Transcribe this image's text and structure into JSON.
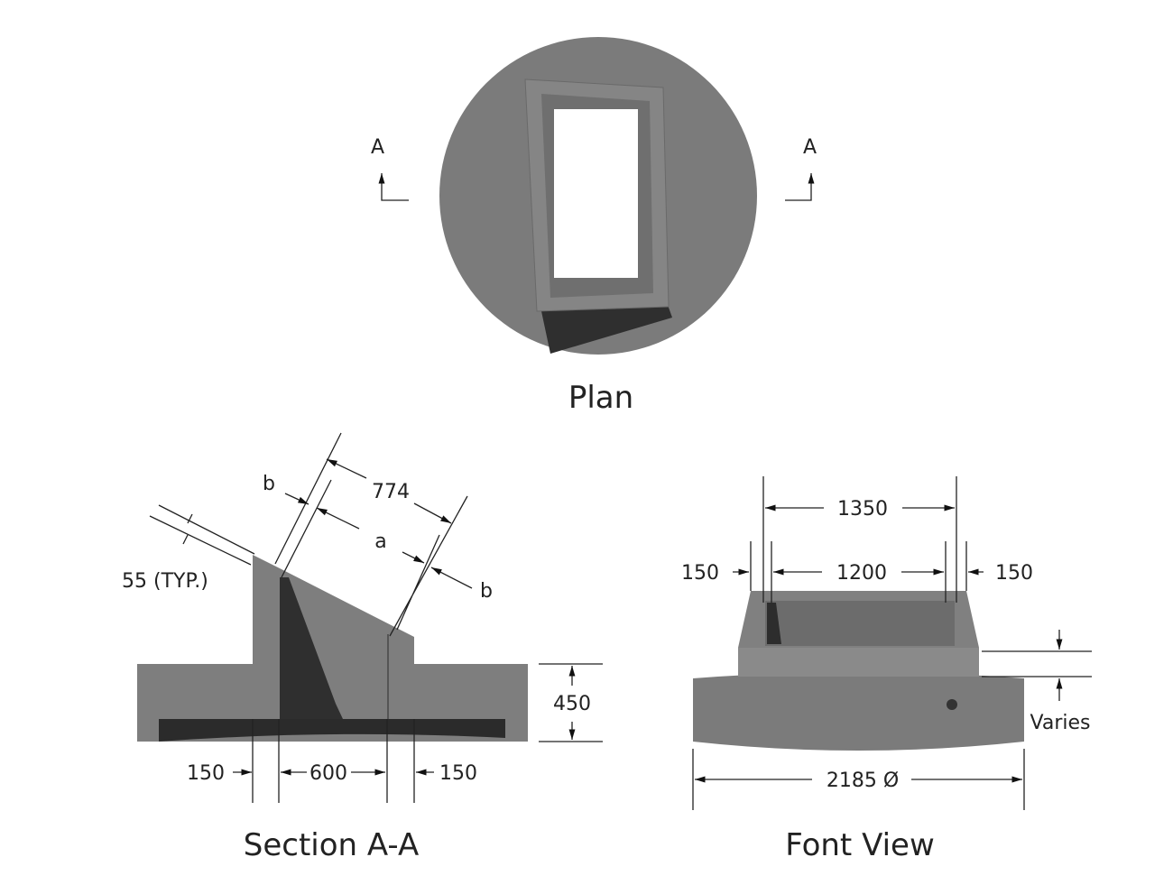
{
  "plan": {
    "title": "Plan",
    "section_marker_left": "A",
    "section_marker_right": "A"
  },
  "section": {
    "title": "Section A-A",
    "dims": {
      "overall_slope": "774",
      "opening_slope": "a",
      "lip_top": "b",
      "lip_right": "b",
      "thickness": "55 (TYP.)",
      "height": "450",
      "wall_left": "150",
      "opening": "600",
      "wall_right": "150"
    }
  },
  "front": {
    "title": "Font View",
    "dims": {
      "outer_width": "1350",
      "inner_width": "1200",
      "wall_left": "150",
      "wall_right": "150",
      "height": "Varies",
      "diameter": "2185 Ø"
    }
  },
  "colors": {
    "concrete": "#7a7a7a",
    "shadow": "#2e2e2e"
  }
}
